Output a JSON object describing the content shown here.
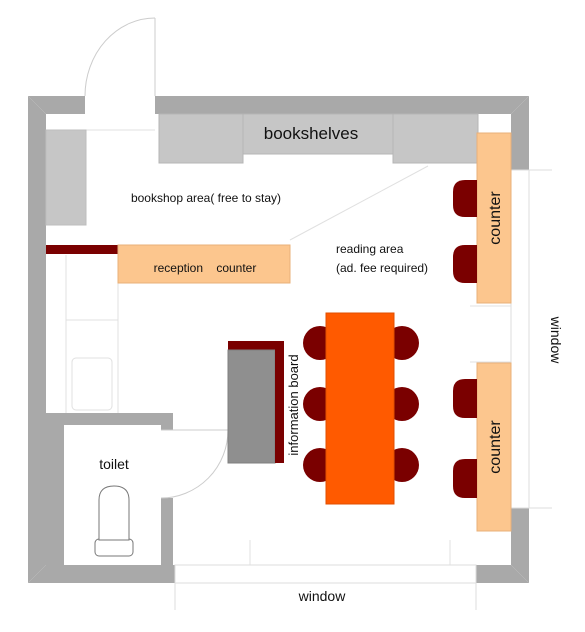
{
  "labels": {
    "bookshelves": "bookshelves",
    "bookshop_area": "bookshop area( free  to stay)",
    "reception_counter": "reception    counter",
    "reading_area_line1": "reading area",
    "reading_area_line2": "(ad. fee required)",
    "counter_top": "counter",
    "counter_bottom": "counter",
    "information_board": "information board",
    "toilet": "toilet",
    "window_right": "window",
    "window_bottom": "window"
  },
  "colors": {
    "wall": "#a9a9a9",
    "shelf": "#c6c6c6",
    "counter": "#fcc68e",
    "chair": "#7a0000",
    "table": "#ff5a00",
    "board_frame": "#7a0000",
    "board": "#8f8f8f"
  }
}
